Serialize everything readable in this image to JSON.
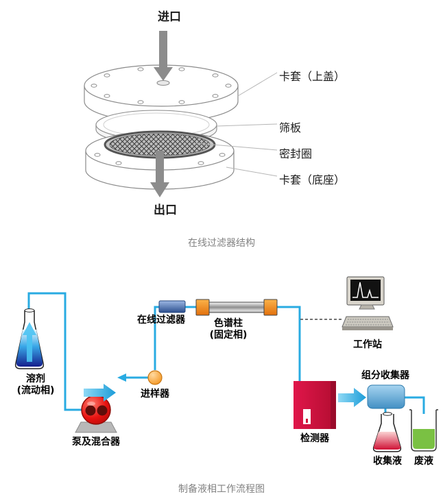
{
  "filter_diagram": {
    "caption": "在线过滤器结构",
    "inlet_label": "进口",
    "outlet_label": "出口",
    "part_labels": {
      "top_cover": "卡套（上盖）",
      "sieve_plate": "筛板",
      "seal_ring": "密封圈",
      "base": "卡套（底座）"
    }
  },
  "flow_diagram": {
    "caption": "制备液相工作流程图",
    "labels": {
      "solvent_line1": "溶剂",
      "solvent_line2": "(流动相)",
      "pump": "泵及混合器",
      "injector": "进样器",
      "online_filter": "在线过滤器",
      "column_line1": "色谱柱",
      "column_line2": "(固定相)",
      "workstation": "工作站",
      "detector": "检测器",
      "fraction_collector": "组分收集器",
      "collected_liquid": "收集液",
      "waste_liquid": "废液"
    }
  },
  "colors": {
    "tubing_blue": "#29abe2",
    "pump_red": "#e01212",
    "injector_orange": "#f7931e",
    "filter_blue": "#3a62a7",
    "column_end_orange": "#ef7d1a",
    "detector_crimson": "#cf1236",
    "collector_blue": "#55a0d3",
    "solvent_deep_blue": "#1b2a9e",
    "collected_red": "#d21034",
    "waste_green": "#7ac143",
    "arrow_gray": "#8c8c8c",
    "caption_gray": "#828282"
  }
}
